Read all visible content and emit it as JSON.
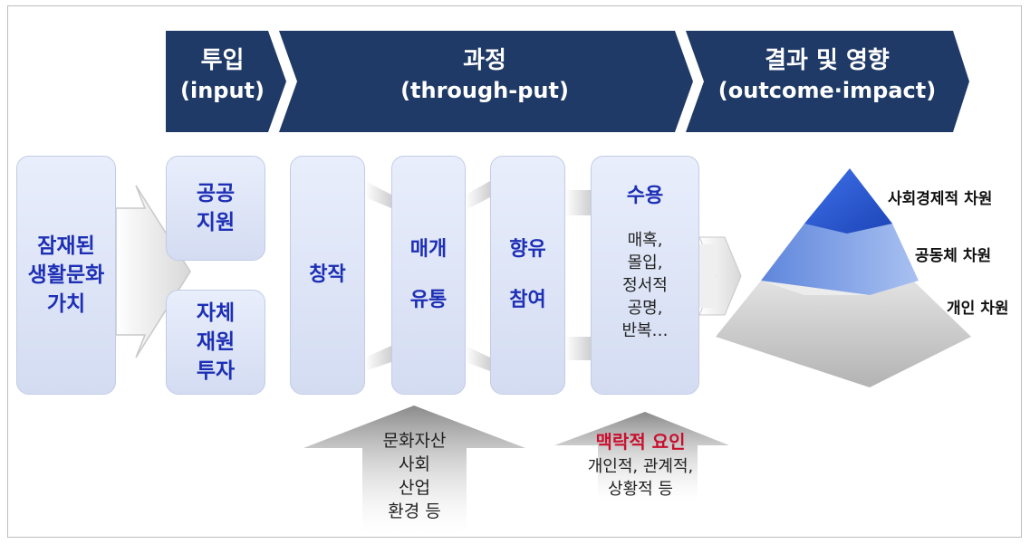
{
  "stages": [
    {
      "title": "투입",
      "subtitle": "(input)"
    },
    {
      "title": "과정",
      "subtitle": "(through-put)"
    },
    {
      "title": "결과 및 영향",
      "subtitle": "(outcome·impact)"
    }
  ],
  "latent_value": "잠재된\n생활문화\n가치",
  "inputs": {
    "public_support": "공공\n지원",
    "self_funding": "자체\n재원\n투자"
  },
  "process": {
    "creation": "창작",
    "mediation": "매개\n\n유통",
    "enjoyment": "향유\n\n참여",
    "acceptance_title": "수용",
    "acceptance_detail": "매혹,\n몰입,\n정서적\n공명,\n반복…"
  },
  "factors": {
    "environment": "문화자산\n사회\n산업\n환경 등",
    "context_title": "맥락적 요인",
    "context_detail": "개인적, 관계적,\n상황적 등"
  },
  "pyramid": {
    "top": "사회경제적 차원",
    "middle": "공동체 차원",
    "bottom": "개인 차원"
  },
  "colors": {
    "banner": "#1f3a66",
    "box_text": "#1d2fb5",
    "accent_red": "#c8102e",
    "pyramid_top": "#2a5bd7",
    "pyramid_mid": "#7fa2e6",
    "pyramid_bottom": "#c9c9c9"
  }
}
